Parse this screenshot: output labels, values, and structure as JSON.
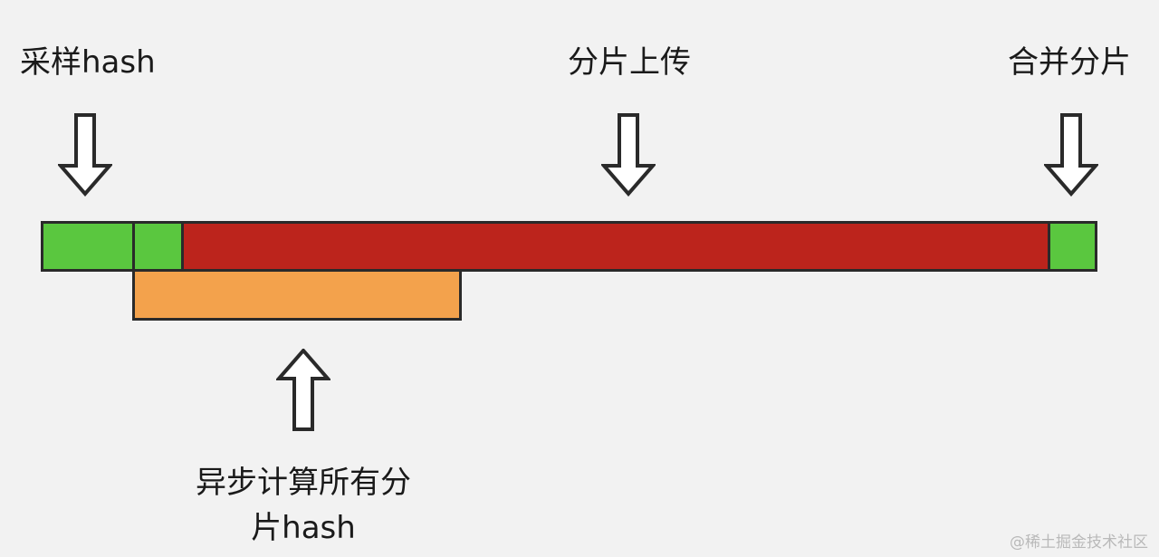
{
  "labels": {
    "sample_hash": "采样hash",
    "chunk_upload": "分片上传",
    "merge_chunks": "合并分片",
    "async_hash_line1": "异步计算所有分",
    "async_hash_line2": "片hash"
  },
  "watermark": "@稀土掘金技术社区",
  "colors": {
    "background": "#f2f2f2",
    "sampled_chunk": "#5ac73f",
    "uploading": "#bc241c",
    "async_hash": "#f3a24c",
    "border": "#2a2a2a"
  },
  "icons": {
    "down_arrow": "outline-arrow-down",
    "up_arrow": "outline-arrow-up"
  }
}
